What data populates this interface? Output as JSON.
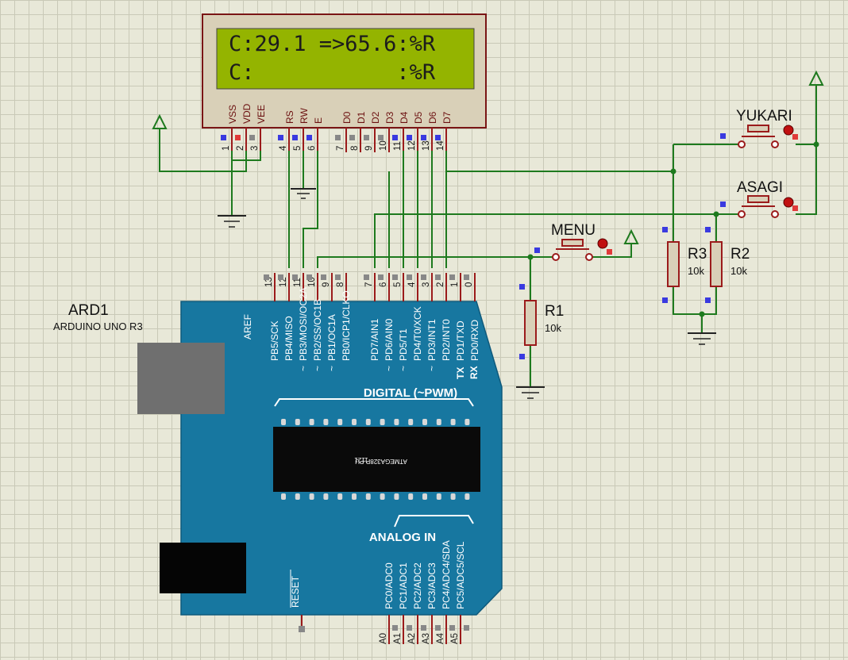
{
  "lcd": {
    "line1": "C:29.1 =>65.6:%R",
    "line2": "C:           :%R",
    "pins": [
      {
        "label": "VSS",
        "num": "1"
      },
      {
        "label": "VDD",
        "num": "2"
      },
      {
        "label": "VEE",
        "num": "3"
      },
      {
        "label": "RS",
        "num": "4"
      },
      {
        "label": "RW",
        "num": "5"
      },
      {
        "label": "E",
        "num": "6"
      },
      {
        "label": "D0",
        "num": "7"
      },
      {
        "label": "D1",
        "num": "8"
      },
      {
        "label": "D2",
        "num": "9"
      },
      {
        "label": "D3",
        "num": "10"
      },
      {
        "label": "D4",
        "num": "11"
      },
      {
        "label": "D5",
        "num": "12"
      },
      {
        "label": "D6",
        "num": "13"
      },
      {
        "label": "D7",
        "num": "14"
      }
    ]
  },
  "arduino": {
    "ref": "ARD1",
    "model": "ARDUINO UNO R3",
    "aref": "AREF",
    "digital_header": "DIGITAL (~PWM)",
    "analog_header": "ANALOG IN",
    "chip": "ATMEGA328P-PU",
    "chip_code": "1121",
    "reset": "RESET",
    "tx": "TX",
    "rx": "RX",
    "digital_pins": [
      {
        "num": "13",
        "label": "PB5/SCK"
      },
      {
        "num": "12",
        "label": "PB4/MISO"
      },
      {
        "num": "11",
        "label": "PB3/MOSI/OC2A"
      },
      {
        "num": "10",
        "label": "PB2/SS/OC1B"
      },
      {
        "num": "9",
        "label": "PB1/OC1A"
      },
      {
        "num": "8",
        "label": "PB0/ICP1/CLKO"
      },
      {
        "num": "7",
        "label": "PD7/AIN1"
      },
      {
        "num": "6",
        "label": "PD6/AIN0"
      },
      {
        "num": "5",
        "label": "PD5/T1"
      },
      {
        "num": "4",
        "label": "PD4/T0/XCK"
      },
      {
        "num": "3",
        "label": "PD3/INT1"
      },
      {
        "num": "2",
        "label": "PD2/INT0"
      },
      {
        "num": "1",
        "label": "PD1/TXD"
      },
      {
        "num": "0",
        "label": "PD0/RXD"
      }
    ],
    "analog_pins": [
      {
        "num": "A0",
        "label": "PC0/ADC0"
      },
      {
        "num": "A1",
        "label": "PC1/ADC1"
      },
      {
        "num": "A2",
        "label": "PC2/ADC2"
      },
      {
        "num": "A3",
        "label": "PC3/ADC3"
      },
      {
        "num": "A4",
        "label": "PC4/ADC4/SDA"
      },
      {
        "num": "A5",
        "label": "PC5/ADC5/SCL"
      }
    ],
    "pwm_mark": "~"
  },
  "components": {
    "buttons": [
      {
        "id": "menu",
        "label": "MENU"
      },
      {
        "id": "yukari",
        "label": "YUKARI"
      },
      {
        "id": "asagi",
        "label": "ASAGI"
      }
    ],
    "resistors": [
      {
        "ref": "R1",
        "value": "10k"
      },
      {
        "ref": "R2",
        "value": "10k"
      },
      {
        "ref": "R3",
        "value": "10k"
      }
    ]
  },
  "colors": {
    "lcd_screen": "#94b400",
    "lcd_body": "#d9d0b8",
    "board": "#1777a0",
    "wire": "#1e7a1e",
    "component": "#9b1b1b"
  }
}
